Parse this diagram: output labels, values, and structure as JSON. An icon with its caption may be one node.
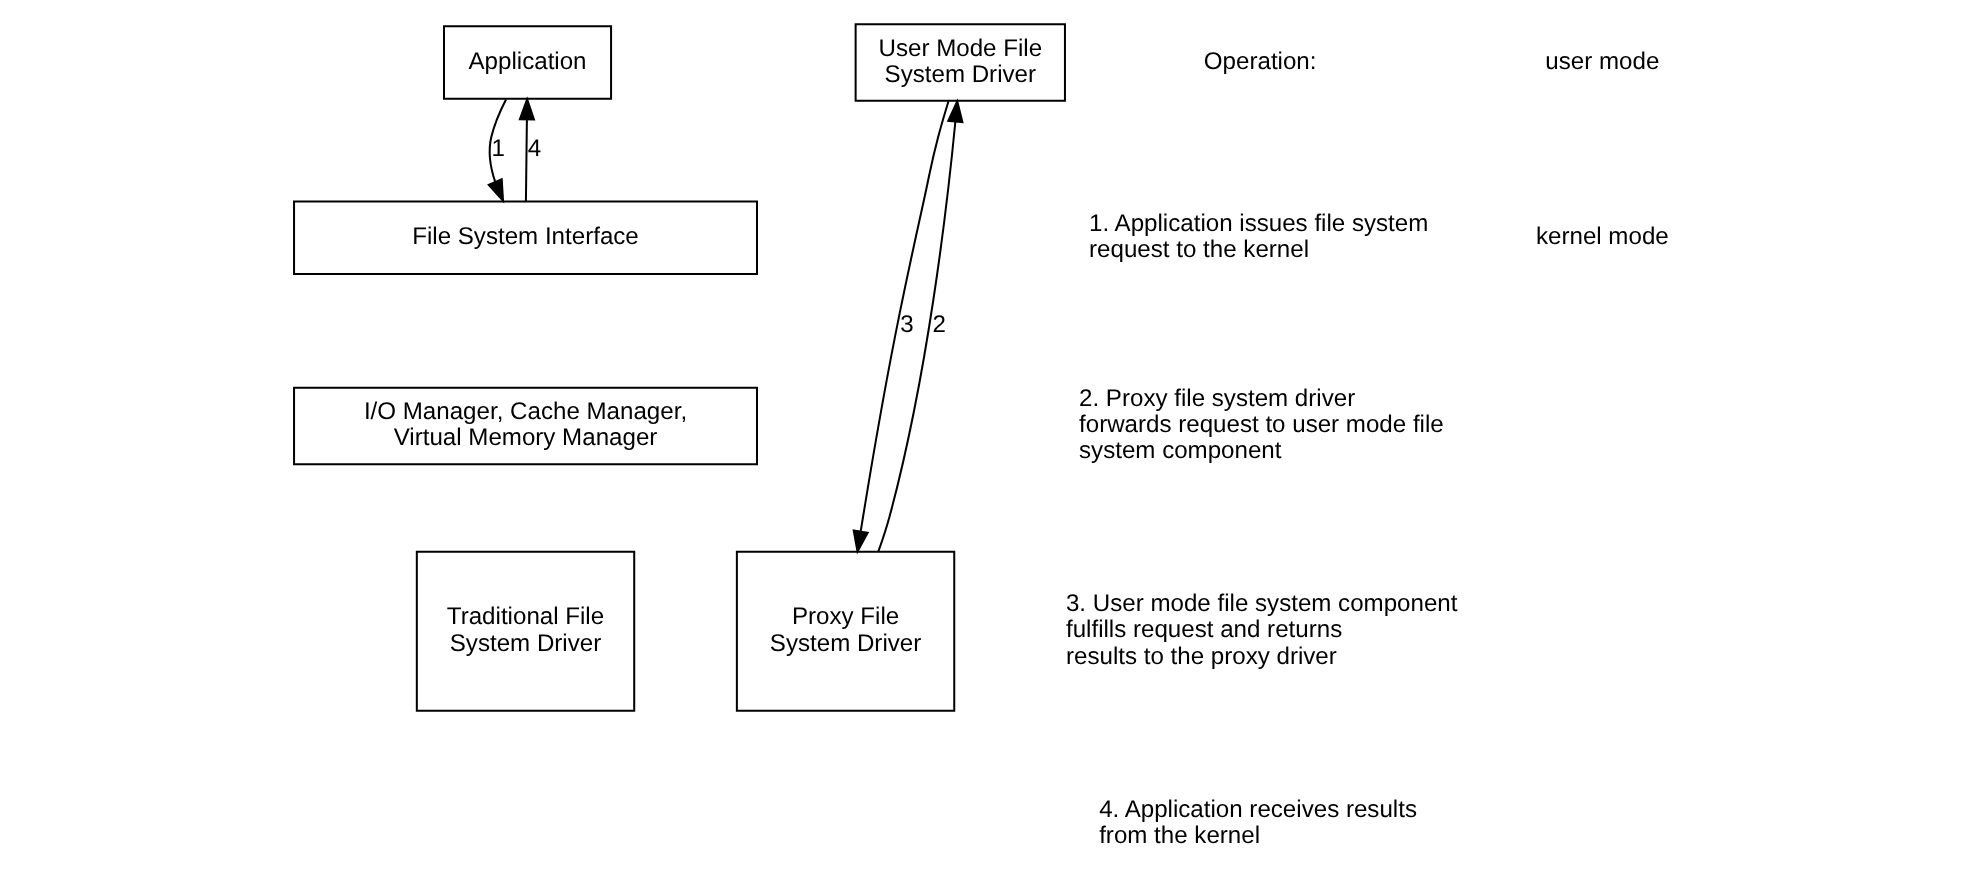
{
  "diagram": {
    "nodes": [
      {
        "text": [
          "Application"
        ]
      },
      {
        "text": [
          "User Mode File System Driver"
        ]
      },
      {
        "text": [
          "File System Interface"
        ]
      },
      {
        "text": [
          "I/O Manager, Cache Manager, Virtual Memory Manager"
        ]
      },
      {
        "text": [
          "Traditional File System Driver"
        ]
      },
      {
        "text": [
          "Proxy File System Driver"
        ]
      }
    ],
    "edges": [
      {
        "from": 0,
        "to": 2,
        "arrow": "to",
        "label": "1"
      },
      {
        "from": 2,
        "to": 0,
        "arrow": "to",
        "label": "4"
      },
      {
        "from": 5,
        "to": 1,
        "arrow": "to",
        "label": "2"
      },
      {
        "from": 1,
        "to": 5,
        "arrow": "to",
        "label": "3"
      }
    ],
    "labels": [
      "user mode",
      "kernel mode",
      "Operation:",
      "1. Application issues file system request to the kernel",
      "2. Proxy file system driver forwards request to user mode file system component",
      "3. User mode file system component fulfills request and returns results to the proxy driver",
      "4. Application receives results from the kernel"
    ]
  }
}
